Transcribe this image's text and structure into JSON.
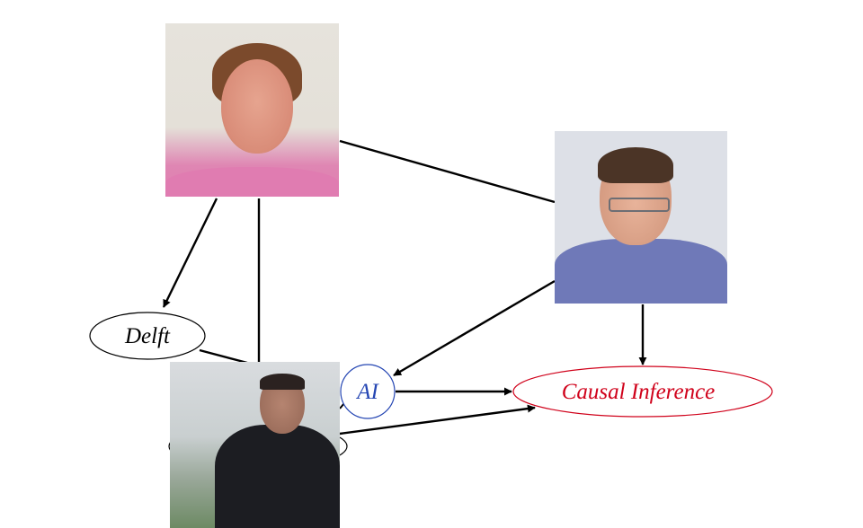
{
  "diagram": {
    "nodes": {
      "delft": {
        "label": "Delft",
        "color": "#000000"
      },
      "ai": {
        "label": "AI",
        "color": "#2546b3"
      },
      "causal": {
        "label": "Causal Inference",
        "color": "#d0021b"
      },
      "hidden": {
        "label": ""
      }
    },
    "photos": [
      {
        "id": "person-woman",
        "description_icon": "photo-portrait"
      },
      {
        "id": "person-man-glasses",
        "description_icon": "photo-portrait"
      },
      {
        "id": "person-man-outdoor",
        "description_icon": "photo-portrait"
      }
    ],
    "edges": [
      {
        "from": "person-woman",
        "to": "delft",
        "directed": true
      },
      {
        "from": "person-woman",
        "to": "person-man-outdoor",
        "directed": false
      },
      {
        "from": "person-woman",
        "to": "person-man-glasses",
        "directed": false
      },
      {
        "from": "delft",
        "to": "person-man-outdoor",
        "directed": false
      },
      {
        "from": "person-man-glasses",
        "to": "ai",
        "directed": true
      },
      {
        "from": "person-man-glasses",
        "to": "causal",
        "directed": true
      },
      {
        "from": "ai",
        "to": "causal",
        "directed": true
      },
      {
        "from": "hidden",
        "to": "causal",
        "directed": true
      }
    ]
  }
}
